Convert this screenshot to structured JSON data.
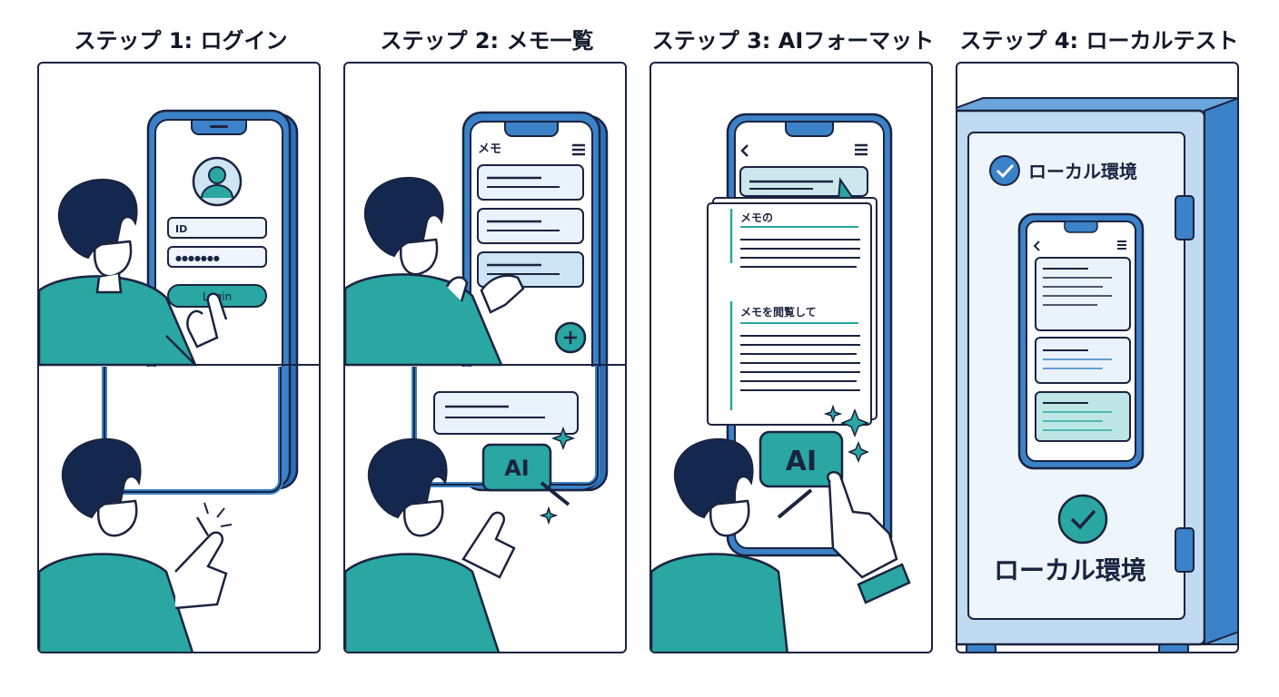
{
  "steps": [
    {
      "title": "ステップ 1: ログイン",
      "id_field": "ID",
      "password_mask": "●●●●●●●",
      "login_label": "Login"
    },
    {
      "title": "ステップ 2: メモ一覧",
      "header": "メモ",
      "ai_button": "AI"
    },
    {
      "title": "ステップ 3: AIフォーマット",
      "doc_heading_1": "メモの",
      "doc_heading_2": "メモを閲覧して",
      "ai_button": "AI"
    },
    {
      "title": "ステップ 4: ローカルテスト",
      "env_label_top": "ローカル環境",
      "env_label_bottom": "ローカル環境"
    }
  ],
  "colors": {
    "navy": "#1a2340",
    "blue": "#3b82c8",
    "light_blue": "#dcebf8",
    "teal": "#2aa6a3",
    "hair": "#1b2b4b"
  },
  "icons": [
    "user-avatar-icon",
    "menu-icon",
    "back-icon",
    "plus-icon",
    "cursor-icon",
    "sparkle-icon",
    "magic-wand-icon",
    "check-icon"
  ]
}
